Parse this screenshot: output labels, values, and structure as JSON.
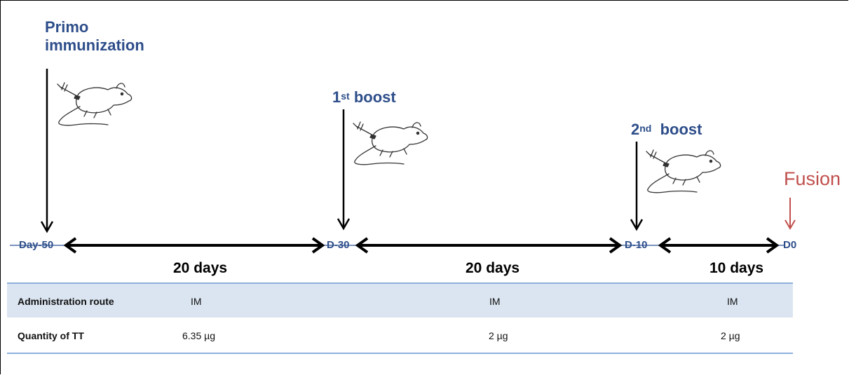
{
  "events": {
    "primo": "Primo\nimmunization",
    "boost1_num": "1",
    "boost1_sup": "st",
    "boost1_word": "boost",
    "boost2_num": "2",
    "boost2_sup": "nd",
    "boost2_word": "boost",
    "fusion": "Fusion"
  },
  "days": {
    "d50": "Day-50",
    "d30": "D-30",
    "d10": "D-10",
    "d0": "D0"
  },
  "durations": [
    "20 days",
    "20 days",
    "10 days"
  ],
  "table": {
    "rows": [
      {
        "label": "Administration route",
        "values": [
          "IM",
          "IM",
          "IM"
        ]
      },
      {
        "label": "Quantity of TT",
        "values": [
          "6.35 µg",
          "2 µg",
          "2 µg"
        ]
      }
    ]
  },
  "colors": {
    "label_blue": "#2e4e8a",
    "fusion_red": "#c0504d",
    "band": "#dbe5f1",
    "rule": "#8eb0dc"
  },
  "icons": [
    "syringe-mouse-icon",
    "syringe-mouse-icon",
    "syringe-mouse-icon"
  ]
}
